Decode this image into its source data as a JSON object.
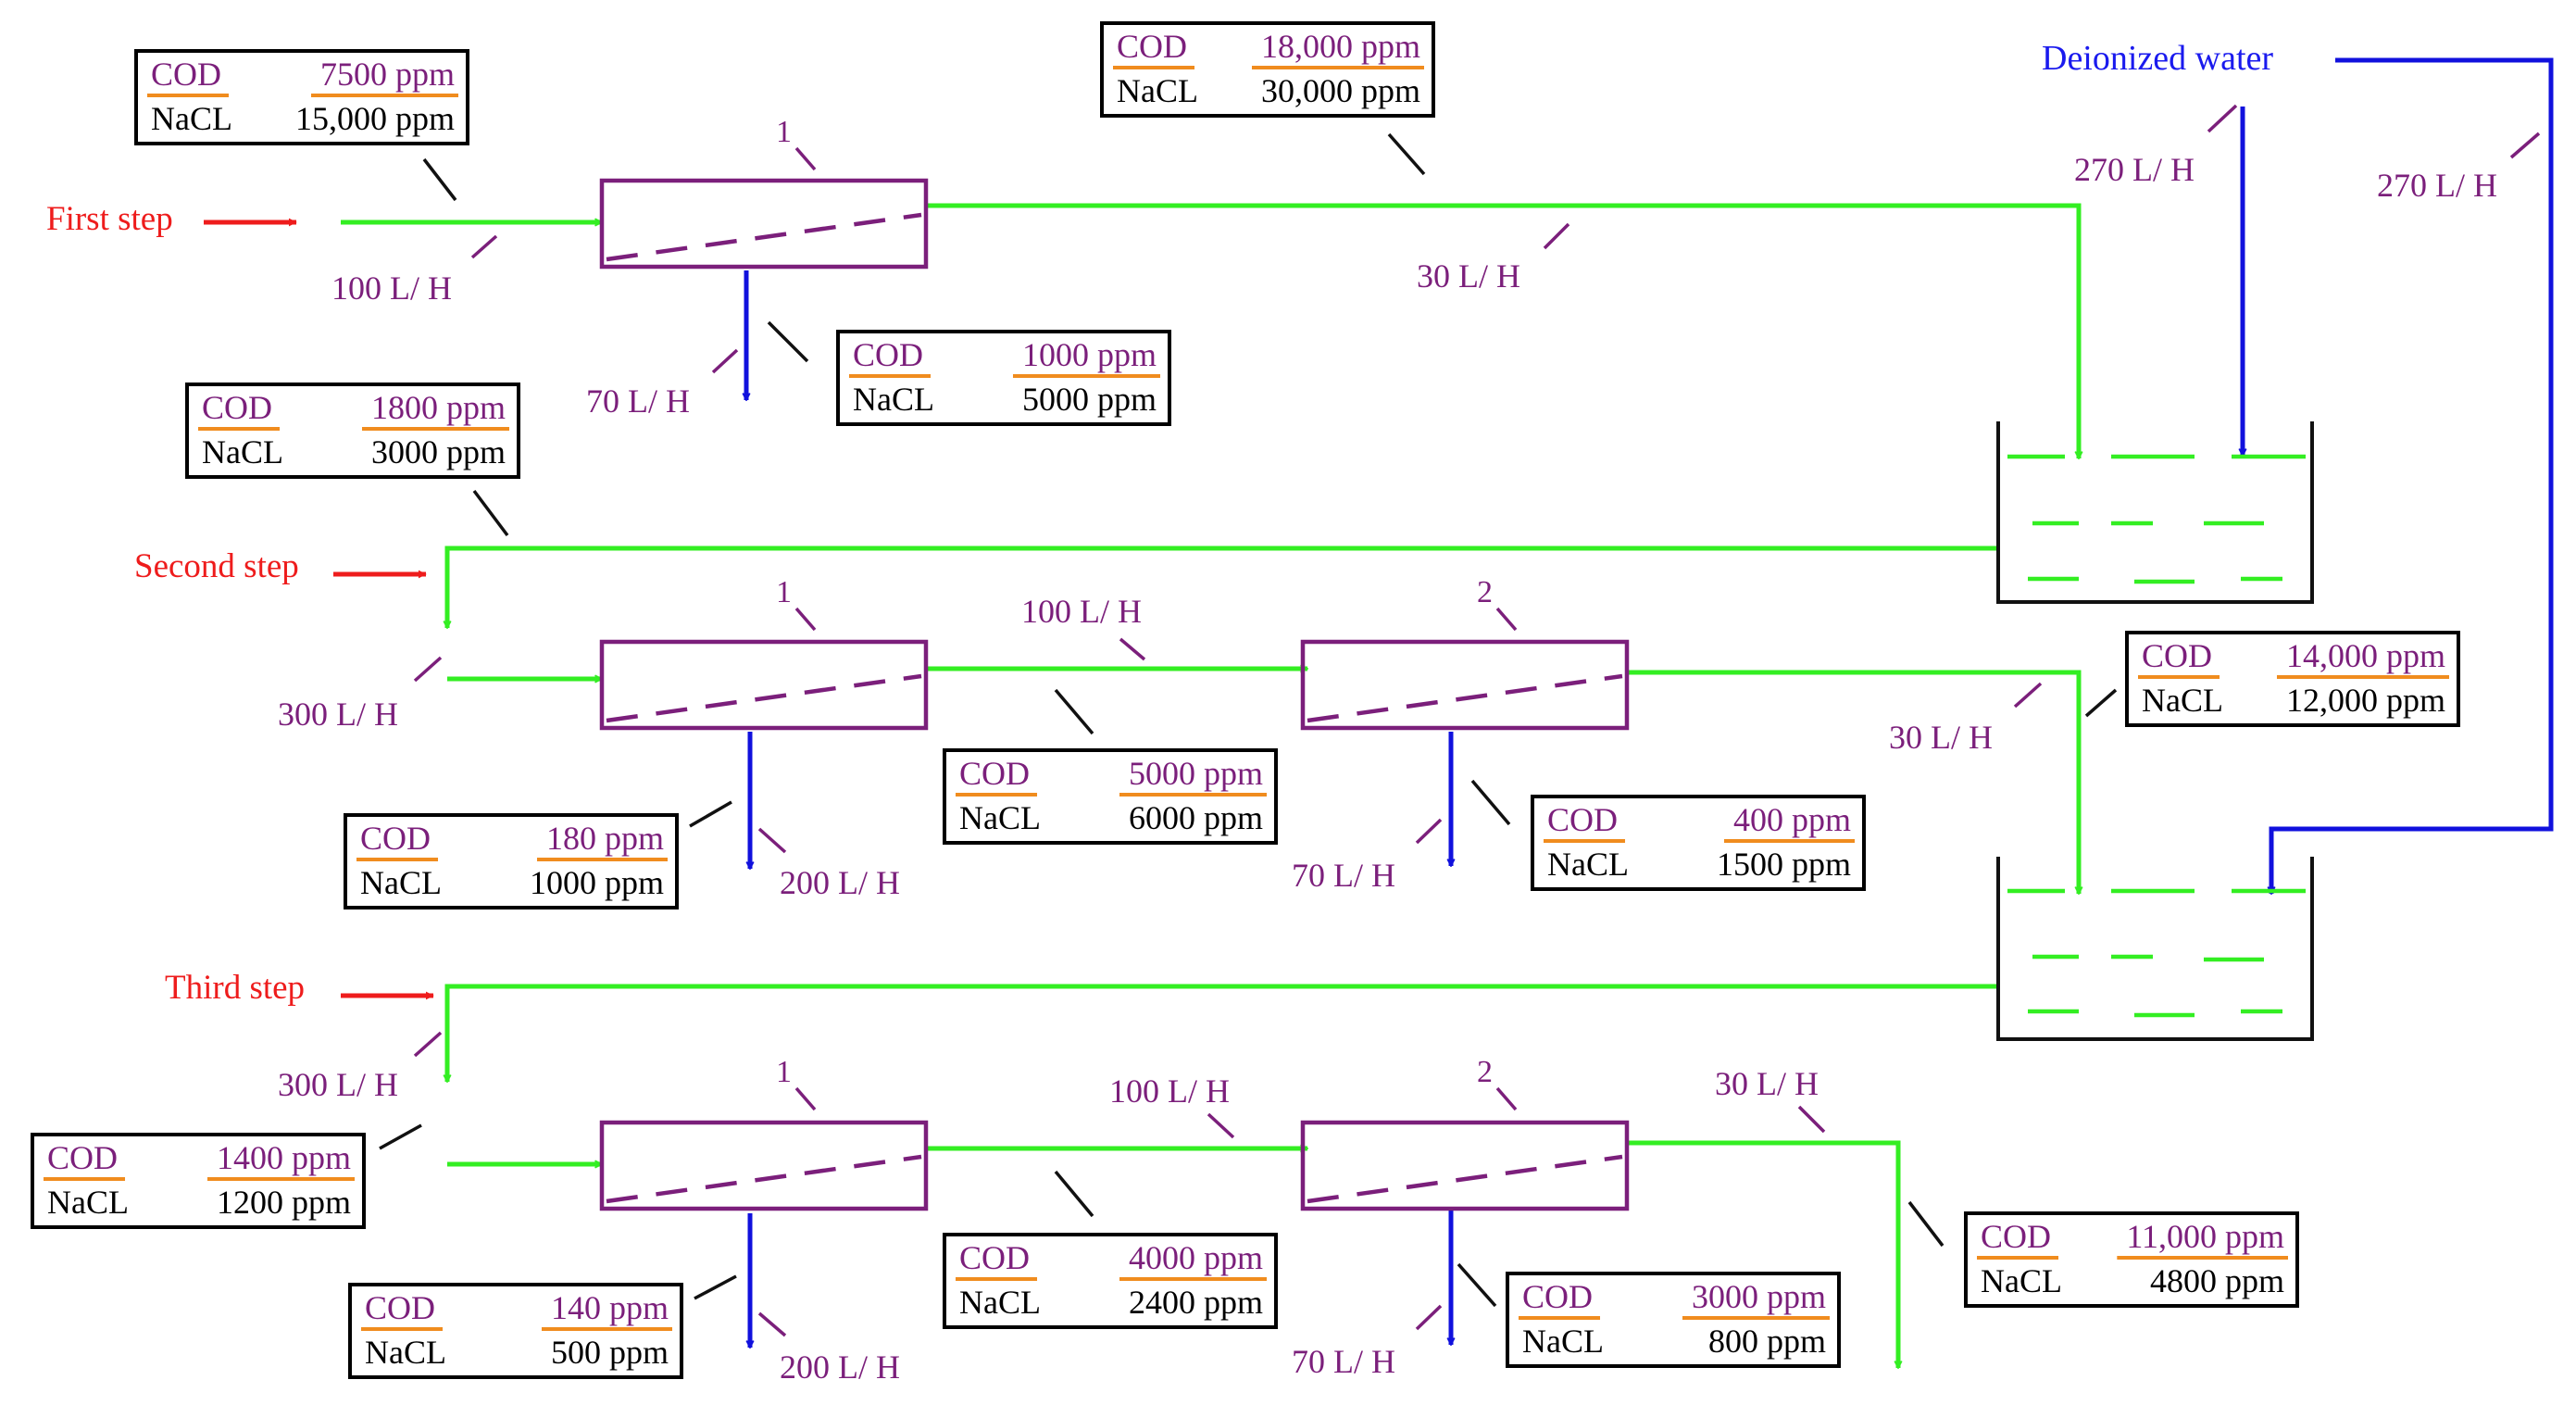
{
  "colors": {
    "green": "#33ee22",
    "blue": "#1111dd",
    "red": "#ee1c1c",
    "purple": "#7b1f7b",
    "orange": "#f08c1e",
    "black": "#000000",
    "dw_blue": "#1a1aee"
  },
  "steps": {
    "first": "First step",
    "second": "Second step",
    "third": "Third step"
  },
  "deionized_water": "Deionized water",
  "units": {
    "u1": "1",
    "u2": "1",
    "u3": "2",
    "u4": "1",
    "u5": "2"
  },
  "flows": {
    "f1": "100 L/ H",
    "f2": "30 L/ H",
    "f3": "70 L/ H",
    "f4": "270 L/ H",
    "f5": "270 L/ H",
    "f6": "300 L/ H",
    "f7": "100 L/ H",
    "f8": "200 L/ H",
    "f9": "70 L/ H",
    "f10": "30 L/ H",
    "f11": "300 L/ H",
    "f12": "100 L/ H",
    "f13": "30 L/ H",
    "f14": "200 L/ H",
    "f15": "70 L/ H"
  },
  "boxes": [
    {
      "cod_label": "COD",
      "cod": "7500 ppm",
      "nacl_label": "NaCL",
      "nacl": "15,000 ppm"
    },
    {
      "cod_label": "COD",
      "cod": "18,000 ppm",
      "nacl_label": "NaCL",
      "nacl": "30,000 ppm"
    },
    {
      "cod_label": "COD",
      "cod": "1000 ppm",
      "nacl_label": "NaCL",
      "nacl": "5000 ppm"
    },
    {
      "cod_label": "COD",
      "cod": "1800 ppm",
      "nacl_label": "NaCL",
      "nacl": "3000 ppm"
    },
    {
      "cod_label": "COD",
      "cod": "14,000 ppm",
      "nacl_label": "NaCL",
      "nacl": "12,000 ppm"
    },
    {
      "cod_label": "COD",
      "cod": "5000 ppm",
      "nacl_label": "NaCL",
      "nacl": "6000 ppm"
    },
    {
      "cod_label": "COD",
      "cod": "180 ppm",
      "nacl_label": "NaCL",
      "nacl": "1000 ppm"
    },
    {
      "cod_label": "COD",
      "cod": "400 ppm",
      "nacl_label": "NaCL",
      "nacl": "1500 ppm"
    },
    {
      "cod_label": "COD",
      "cod": "1400 ppm",
      "nacl_label": "NaCL",
      "nacl": "1200 ppm"
    },
    {
      "cod_label": "COD",
      "cod": "4000 ppm",
      "nacl_label": "NaCL",
      "nacl": "2400 ppm"
    },
    {
      "cod_label": "COD",
      "cod": "11,000 ppm",
      "nacl_label": "NaCL",
      "nacl": "4800 ppm"
    },
    {
      "cod_label": "COD",
      "cod": "140 ppm",
      "nacl_label": "NaCL",
      "nacl": "500 ppm"
    },
    {
      "cod_label": "COD",
      "cod": "3000 ppm",
      "nacl_label": "NaCL",
      "nacl": "800 ppm"
    }
  ]
}
